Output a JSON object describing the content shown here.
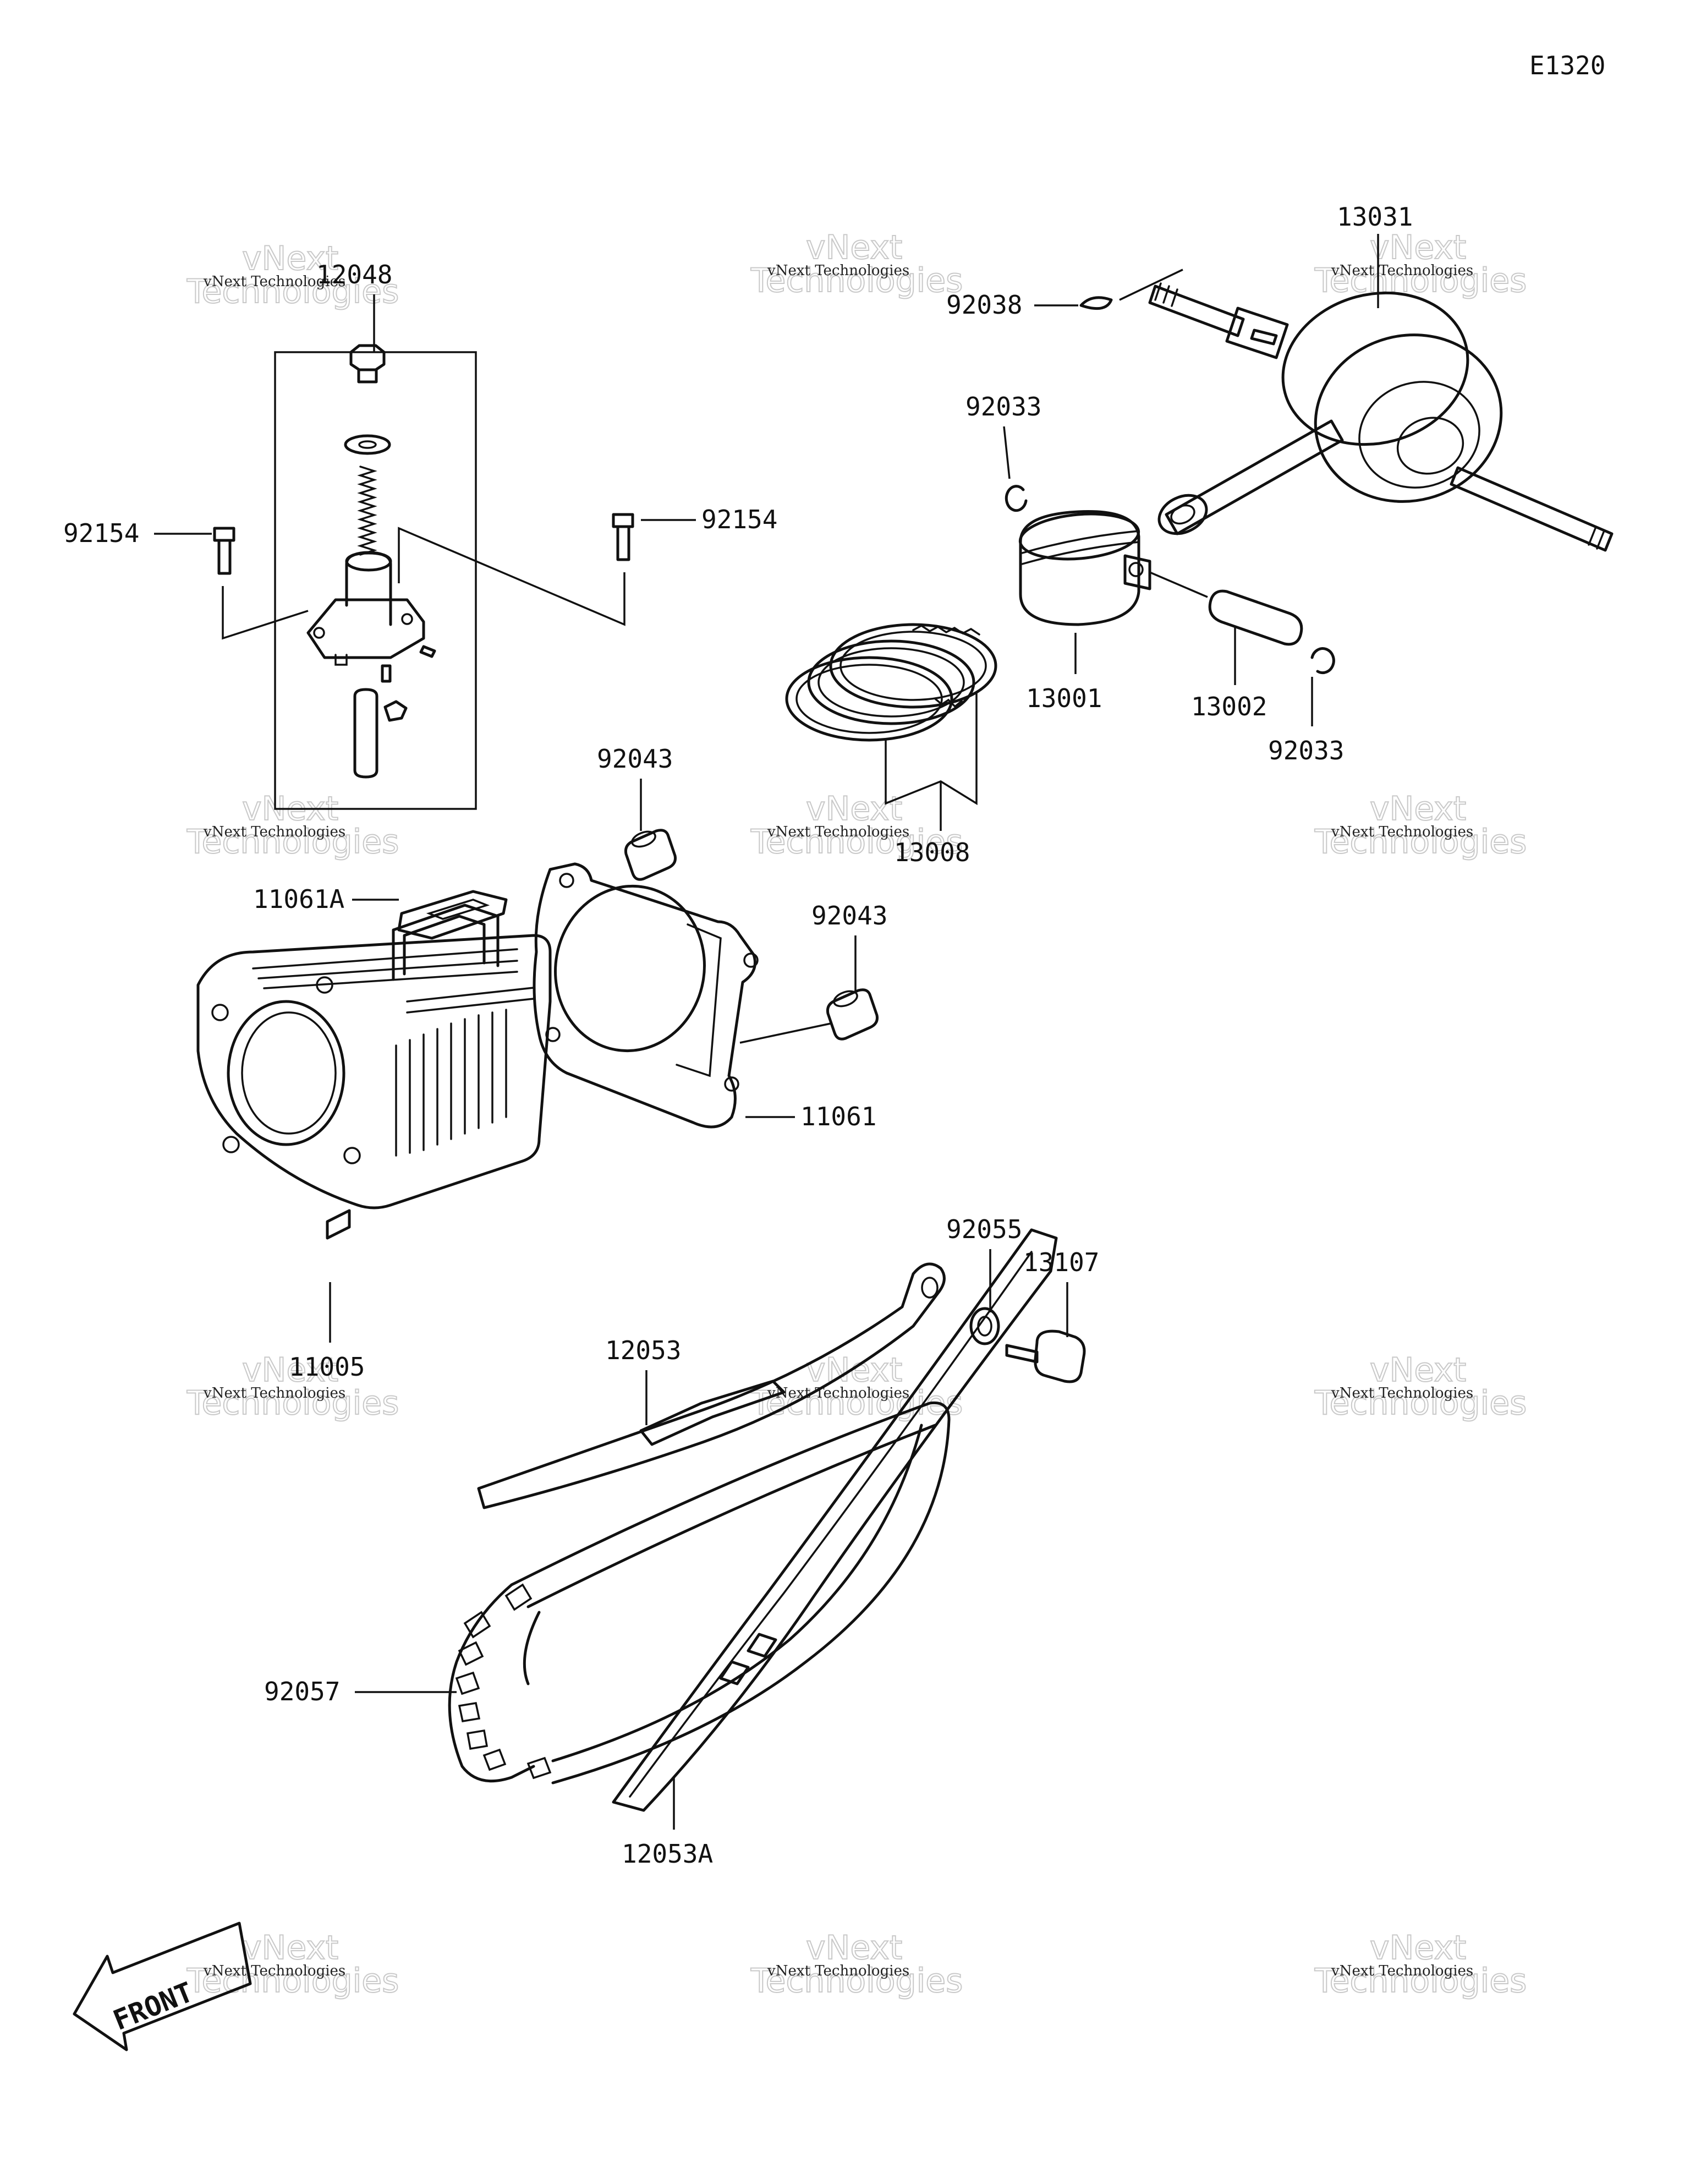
{
  "diagram_code": "E1320",
  "front_label": "FRONT",
  "watermark": {
    "line1": "vNext Technologies",
    "line2a": "vNext",
    "line2b": "Technologies"
  },
  "parts": {
    "p12048": "12048",
    "p92154_left": "92154",
    "p92154_right": "92154",
    "p13031": "13031",
    "p92038": "92038",
    "p92033_top": "92033",
    "p13001": "13001",
    "p13002": "13002",
    "p92033_bottom": "92033",
    "p13008": "13008",
    "p92043_top": "92043",
    "p92043_right": "92043",
    "p11061A": "11061A",
    "p11061": "11061",
    "p11005": "11005",
    "p92055": "92055",
    "p13107": "13107",
    "p12053": "12053",
    "p92057": "92057",
    "p12053A": "12053A"
  }
}
